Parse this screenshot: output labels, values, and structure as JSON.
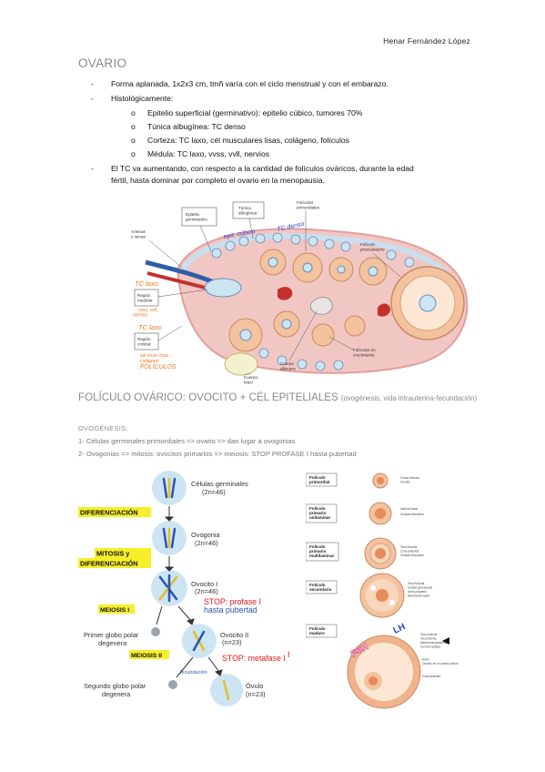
{
  "header": {
    "author": "Henar Fernández López"
  },
  "section1": {
    "title": "OVARIO",
    "bullets": [
      "Forma aplanada, 1x2x3 cm, tmñ varía con el ciclo menstrual y con el embarazo.",
      "Histológicamente:"
    ],
    "sub_bullets": [
      "Epitelio superficial (germinativo): epitelio cúbico, tumores 70%",
      "Túnica albugínea: TC denso",
      "Corteza: TC laxo, cél musculares lisas, colágeno, folículos",
      "Médula: TC laxo, vvss, vvll, nervios"
    ],
    "last_bullet": [
      "El TC va aumentando, con respecto a la cantidad de folículos ováricos, durante la edad",
      "fértil, hasta dominar por completo el ovario en la menopausia."
    ],
    "dash": "-",
    "sub_marker": "o"
  },
  "figure1": {
    "labels": {
      "arterias": [
        "Arterias",
        "y venas"
      ],
      "epitelio": [
        "Epitelio",
        "germinativo"
      ],
      "tunica": [
        "Túnica",
        "albugínea"
      ],
      "primordiales": [
        "Folículos",
        "primordiales"
      ],
      "preovulatorio": [
        "Folículo",
        "preovulatorio"
      ],
      "medular": [
        "Región",
        "medular"
      ],
      "cortical": [
        "Región",
        "cortical"
      ],
      "crecimiento": [
        "Folículos en",
        "crecimiento"
      ],
      "albicans": [
        "Cuerpo",
        "albicans"
      ],
      "luteo": [
        "Cuerpo",
        "lúteo"
      ]
    },
    "handwritten": {
      "epit_cubico": "epit. cúbico",
      "tc_denso": "TC denso",
      "tc_laxo_top": "TC laxo",
      "medula_notes": [
        "vvss, vvll,",
        "nervios"
      ],
      "tc_laxo_bottom": "TC laxo",
      "corteza_notes": [
        "cél musc lisas",
        "colágeno",
        "FOLÍCULOS"
      ]
    }
  },
  "section2": {
    "title": "FOLÍCULO OVÁRICO: OVOCITO + CÉL EPITELIALES",
    "subtitle": "(ovogénesis, vida intrauterina-fecundación)",
    "ovog_heading": "OVOGÉNESIS:",
    "lines": [
      "1- Células germinales primordiales => ovario => dan lugar a ovogonias",
      "2- Ovogonias => mitosis: ovocitos primarios => meiosis: STOP PROFASE I hasta pubertad"
    ]
  },
  "figure2": {
    "stages": [
      [
        "Células germinales",
        "(2n=46)"
      ],
      [
        "Ovogonia",
        "(2n=46)"
      ],
      [
        "Ovocito I",
        "(2n=46)"
      ],
      [
        "Ovocito II",
        "(n=23)"
      ],
      [
        "Óvulo",
        "(n=23)"
      ]
    ],
    "process_labels": {
      "diferenciacion": "DIFERENCIACIÓN",
      "mitosis": [
        "MITOSIS y",
        "DIFERENCIACIÓN"
      ],
      "meiosis1": "MEIOSIS I",
      "meiosis2": "MEIOSIS II"
    },
    "stops": {
      "stop1": [
        "STOP: profase I",
        "hasta pubertad"
      ],
      "stop2": "STOP: metafase I"
    },
    "polar_bodies": {
      "primer": [
        "Primer globo polar",
        "degenera"
      ],
      "segundo": [
        "Segundo globo polar",
        "degenera"
      ]
    },
    "fecundacion": "fecundación",
    "marker": "I"
  },
  "figure3": {
    "stages": [
      [
        "Folículo",
        "primordial"
      ],
      [
        "Folículo",
        "primario",
        "unilaminar"
      ],
      [
        "Folículo",
        "primario",
        "multilaminar"
      ],
      [
        "Folículo",
        "secundario"
      ],
      [
        "Folículo",
        "maduro"
      ]
    ],
    "side_labels": [
      [
        "Célula folicular",
        "Ovocito"
      ],
      [
        "Lámina basal",
        "Células foliculares"
      ],
      [
        "Teca folicular",
        "Zona pelúcida",
        "Células foliculares"
      ],
      [
        "Teca folicular",
        "Células granulosas",
        "Antro pequeño",
        "Membrana basal"
      ],
      [
        "Teca externa",
        "Teca interna",
        "Membrana granulosa",
        "Corona radiada",
        "Antro",
        "Ovocito en el cúmulo oóforo",
        "Zona pelúcida"
      ]
    ],
    "handwritten": {
      "lh": "LH",
      "fsh": "FSH"
    }
  },
  "colors": {
    "heading_gray": "#8a8a8a",
    "handwritten_orange": "#f07820",
    "handwritten_blue": "#2c3fd4",
    "stop_red": "#e01818",
    "stop_blue": "#2a53b8",
    "highlight_yellow": "#f6ef2a",
    "circle_blue": "#cde4f3",
    "ovary_pink": "#f1c7c4",
    "follicle_peach": "#f3c29e"
  }
}
